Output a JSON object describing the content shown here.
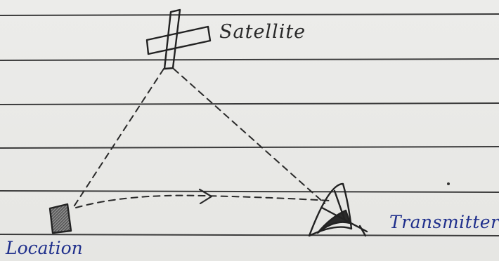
{
  "labels": {
    "satellite": "Satellite",
    "transmitter": "Transmitter",
    "location": "Location"
  },
  "colors": {
    "paper": "#ececea",
    "ruled_line": "#3b3b3b",
    "ink_pencil": "#2a2a2a",
    "ink_blue": "#1f2f8c"
  },
  "icons": {
    "satellite": "satellite-icon",
    "dish": "dish-antenna-icon",
    "location": "location-marker-icon"
  }
}
